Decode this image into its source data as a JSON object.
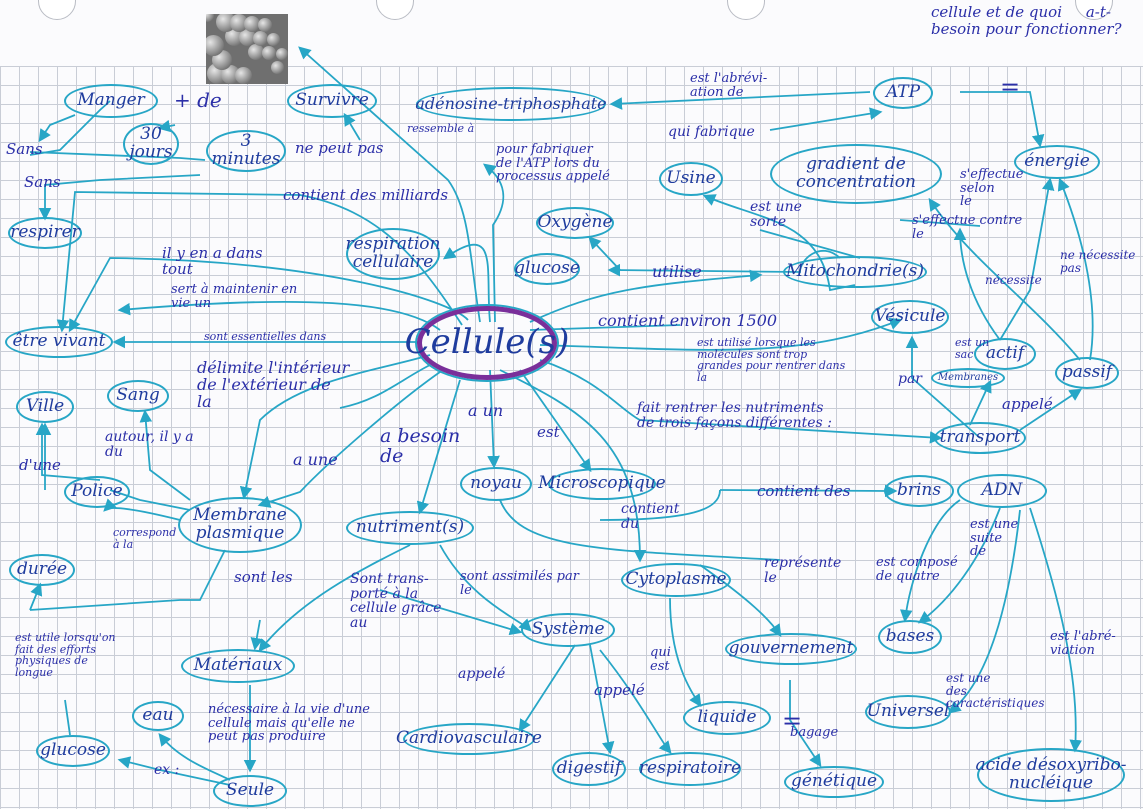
{
  "question": "cellule et de quoi     a-t-\nbesoin pour fonctionner?",
  "center": "Cellule(s)",
  "nodes": [
    {
      "id": "manger",
      "text": "Manger"
    },
    {
      "id": "30jours",
      "text": "30\njours"
    },
    {
      "id": "3minutes",
      "text": "3\nminutes"
    },
    {
      "id": "survivre",
      "text": "Survivre"
    },
    {
      "id": "adenosine",
      "text": "adénosine-triphosphate"
    },
    {
      "id": "atp",
      "text": "ATP"
    },
    {
      "id": "energie",
      "text": "énergie"
    },
    {
      "id": "respirer",
      "text": "respirer"
    },
    {
      "id": "gradient",
      "text": "gradient de\nconcentration"
    },
    {
      "id": "usine",
      "text": "Usine"
    },
    {
      "id": "oxygene",
      "text": "Oxygène"
    },
    {
      "id": "respiration",
      "text": "respiration\ncellulaire"
    },
    {
      "id": "glucose1",
      "text": "glucose"
    },
    {
      "id": "mitochondries",
      "text": "Mitochondrie(s)"
    },
    {
      "id": "etrevivant",
      "text": "être vivant"
    },
    {
      "id": "vesicule",
      "text": "Vésicule"
    },
    {
      "id": "actif",
      "text": "actif"
    },
    {
      "id": "passif",
      "text": "passif"
    },
    {
      "id": "membranes",
      "text": "Membranes"
    },
    {
      "id": "ville",
      "text": "Ville"
    },
    {
      "id": "sang",
      "text": "Sang"
    },
    {
      "id": "transport",
      "text": "transport"
    },
    {
      "id": "noyau",
      "text": "noyau"
    },
    {
      "id": "microscopique",
      "text": "Microscopique"
    },
    {
      "id": "police",
      "text": "Police"
    },
    {
      "id": "membrane",
      "text": "Membrane\nplasmique"
    },
    {
      "id": "nutriments",
      "text": "nutriment(s)"
    },
    {
      "id": "brins",
      "text": "brins"
    },
    {
      "id": "adn",
      "text": "ADN"
    },
    {
      "id": "duree",
      "text": "durée"
    },
    {
      "id": "cytoplasme",
      "text": "Cytoplasme"
    },
    {
      "id": "systeme",
      "text": "Système"
    },
    {
      "id": "gouvernement",
      "text": "gouvernement"
    },
    {
      "id": "bases",
      "text": "bases"
    },
    {
      "id": "materiaux",
      "text": "Matériaux"
    },
    {
      "id": "eau",
      "text": "eau"
    },
    {
      "id": "cardio",
      "text": "Cardiovasculaire"
    },
    {
      "id": "liquide",
      "text": "liquide"
    },
    {
      "id": "universel",
      "text": "Universel"
    },
    {
      "id": "glucose2",
      "text": "glucose"
    },
    {
      "id": "seule",
      "text": "Seule"
    },
    {
      "id": "digestif",
      "text": "digestif"
    },
    {
      "id": "respiratoire",
      "text": "respiratoire"
    },
    {
      "id": "genetique",
      "text": "génétique"
    },
    {
      "id": "acide",
      "text": "acide désoxyribo-\nnucléique"
    }
  ],
  "labels": [
    {
      "id": "plus-de",
      "text": "+ de"
    },
    {
      "id": "sans1",
      "text": "Sans"
    },
    {
      "id": "sans2",
      "text": "Sans"
    },
    {
      "id": "ne-peut-pas",
      "text": "ne peut pas"
    },
    {
      "id": "ressemble",
      "text": "ressemble à"
    },
    {
      "id": "abreviation1",
      "text": "est l'abrévi-\nation de"
    },
    {
      "id": "qui-fabrique",
      "text": "qui fabrique"
    },
    {
      "id": "pour-fabriquer",
      "text": "pour fabriquer\nde l'ATP lors du\nprocessus appelé"
    },
    {
      "id": "contient-milliards",
      "text": "contient des milliards"
    },
    {
      "id": "est-une-sorte",
      "text": "est une\nsorte"
    },
    {
      "id": "seffectue-selon",
      "text": "s'effectue\nselon\nle"
    },
    {
      "id": "seffectue-contre",
      "text": "s'effectue contre\nle"
    },
    {
      "id": "ne-necessite-pas",
      "text": "ne nécessite\npas"
    },
    {
      "id": "necessite",
      "text": "nécessite"
    },
    {
      "id": "il-y-en-a",
      "text": "il y en a dans\ntout"
    },
    {
      "id": "utilise",
      "text": "utilise"
    },
    {
      "id": "sert-maintenir",
      "text": "sert à maintenir en\nvie un"
    },
    {
      "id": "essentielles",
      "text": "sont essentielles dans"
    },
    {
      "id": "contient-1500",
      "text": "contient environ 1500"
    },
    {
      "id": "est-utilise",
      "text": "est utilisé lorsque les\nmolécules sont trop\ngrandes pour rentrer dans\nla"
    },
    {
      "id": "est-un-sac",
      "text": "est un\nsac"
    },
    {
      "id": "par",
      "text": "par"
    },
    {
      "id": "appele1",
      "text": "appelé"
    },
    {
      "id": "delimite",
      "text": "délimite l'intérieur\nde l'extérieur de\nla"
    },
    {
      "id": "autour",
      "text": "autour, il y a\ndu"
    },
    {
      "id": "a-une",
      "text": "a une"
    },
    {
      "id": "a-besoin",
      "text": "a besoin\nde"
    },
    {
      "id": "a-un",
      "text": "a un"
    },
    {
      "id": "est",
      "text": "est"
    },
    {
      "id": "fait-rentrer",
      "text": "fait rentrer les nutriments\nde trois façons différentes :"
    },
    {
      "id": "dune",
      "text": "d'une"
    },
    {
      "id": "correspond",
      "text": "correspond\nà la"
    },
    {
      "id": "contient-du",
      "text": "contient\ndu"
    },
    {
      "id": "contient-des",
      "text": "contient des"
    },
    {
      "id": "represente",
      "text": "représente\nle"
    },
    {
      "id": "est-une-suite",
      "text": "est une\nsuite\nde"
    },
    {
      "id": "est-compose",
      "text": "est composé\nde quatre"
    },
    {
      "id": "sont-les",
      "text": "sont les"
    },
    {
      "id": "sont-transporte",
      "text": "Sont trans-\nporté à la\ncellule grâce\nau"
    },
    {
      "id": "sont-assimiles",
      "text": "sont assimilés par\nle"
    },
    {
      "id": "est-utile",
      "text": "est utile lorsqu'on\nfait des efforts\nphysiques de\nlongue"
    },
    {
      "id": "qui-est",
      "text": "qui\nest"
    },
    {
      "id": "appele2",
      "text": "appelé"
    },
    {
      "id": "appele3",
      "text": "appelé"
    },
    {
      "id": "abreviation2",
      "text": "est l'abré-\nviation"
    },
    {
      "id": "est-une-des",
      "text": "est une\ndes\ncaractéristiques"
    },
    {
      "id": "necessaire",
      "text": "nécessaire à la vie d'une\ncellule mais qu'elle ne\npeut pas produire"
    },
    {
      "id": "ex",
      "text": "ex :"
    },
    {
      "id": "egal1",
      "text": "="
    },
    {
      "id": "egal2",
      "text": "="
    },
    {
      "id": "bagage",
      "text": "bagage"
    }
  ],
  "colors": {
    "ink": "#1f3c9e",
    "arrow": "#27a6c6",
    "center": "#7a2f9a",
    "grid": "#c9cdd6"
  }
}
